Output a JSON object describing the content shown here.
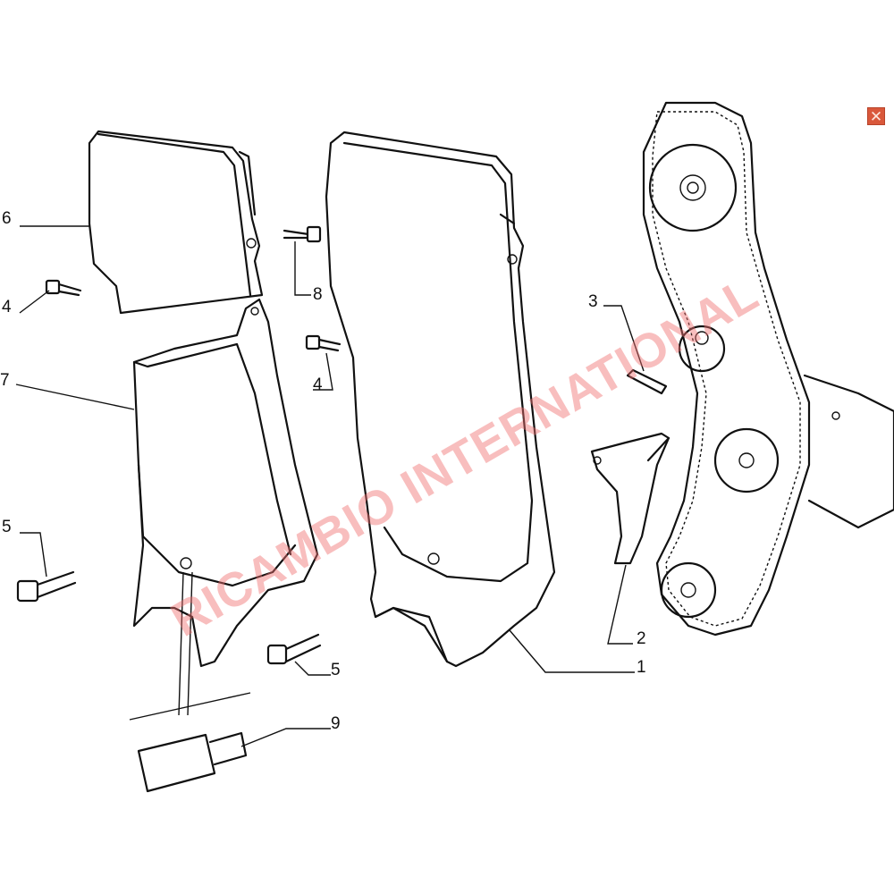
{
  "labels": [
    "6",
    "4",
    "7",
    "5",
    "8",
    "4",
    "3",
    "2",
    "1",
    "5",
    "9"
  ],
  "watermark": "RICAMBIO INTERNATIONAL",
  "close_icon": {
    "name": "close-icon",
    "glyph": "✕",
    "color": "#d9583b"
  }
}
